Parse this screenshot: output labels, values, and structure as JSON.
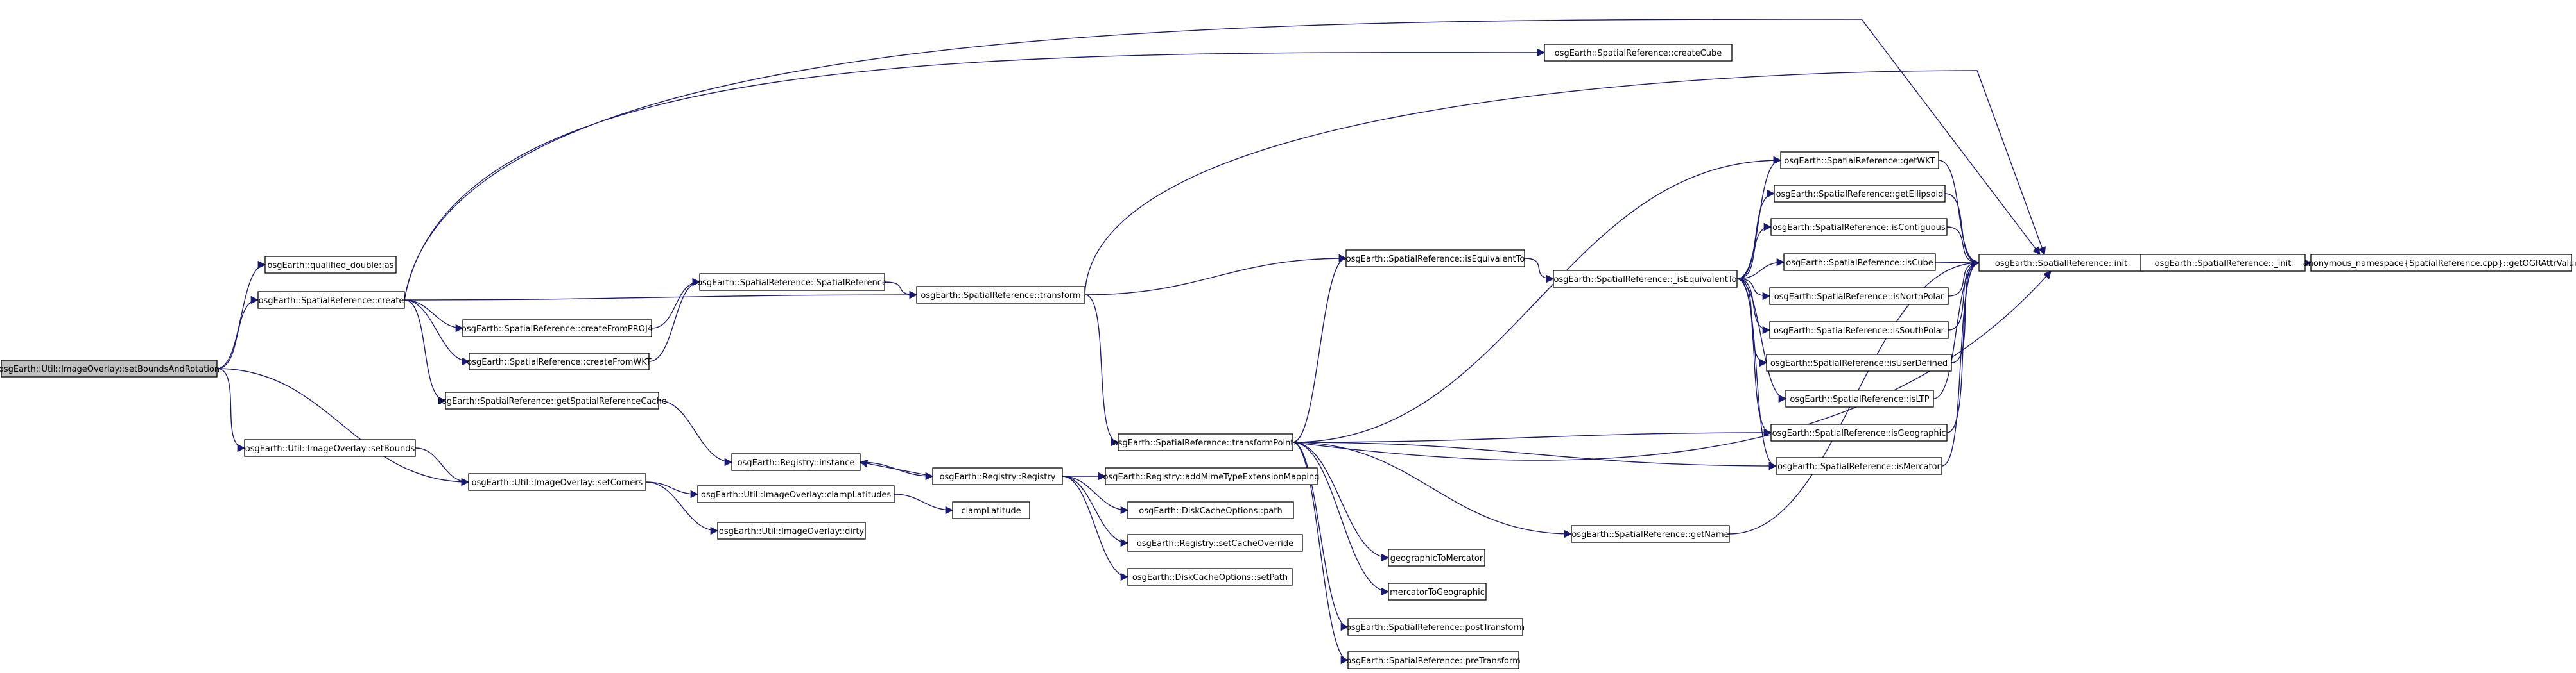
{
  "graph": {
    "root": "setBoundsAndRotation",
    "nodes": [
      {
        "id": "setBoundsAndRotation",
        "label": "osgEarth::Util::ImageOverlay::setBoundsAndRotation",
        "root": true
      },
      {
        "id": "qd_as",
        "label": "osgEarth::qualified_double::as"
      },
      {
        "id": "sr_create",
        "label": "osgEarth::SpatialReference::create"
      },
      {
        "id": "io_setBounds",
        "label": "osgEarth::Util::ImageOverlay::setBounds"
      },
      {
        "id": "io_setCorners",
        "label": "osgEarth::Util::ImageOverlay::setCorners"
      },
      {
        "id": "sr_createFromPROJ4",
        "label": "osgEarth::SpatialReference::createFromPROJ4"
      },
      {
        "id": "sr_createFromWKT",
        "label": "osgEarth::SpatialReference::createFromWKT"
      },
      {
        "id": "sr_getSRCache",
        "label": "osgEarth::SpatialReference::getSpatialReferenceCache"
      },
      {
        "id": "sr_ctor",
        "label": "osgEarth::SpatialReference::SpatialReference"
      },
      {
        "id": "reg_instance",
        "label": "osgEarth::Registry::instance"
      },
      {
        "id": "io_clampLatitudes",
        "label": "osgEarth::Util::ImageOverlay::clampLatitudes"
      },
      {
        "id": "io_dirty",
        "label": "osgEarth::Util::ImageOverlay::dirty"
      },
      {
        "id": "clampLatitude",
        "label": "clampLatitude"
      },
      {
        "id": "reg_ctor",
        "label": "osgEarth::Registry::Registry"
      },
      {
        "id": "sr_transform",
        "label": "osgEarth::SpatialReference::transform"
      },
      {
        "id": "sr_createCube",
        "label": "osgEarth::SpatialReference::createCube"
      },
      {
        "id": "reg_addMime",
        "label": "osgEarth::Registry::addMimeTypeExtensionMapping"
      },
      {
        "id": "dco_path",
        "label": "osgEarth::DiskCacheOptions::path"
      },
      {
        "id": "reg_setCacheOverride",
        "label": "osgEarth::Registry::setCacheOverride"
      },
      {
        "id": "dco_setPath",
        "label": "osgEarth::DiskCacheOptions::setPath"
      },
      {
        "id": "sr_transformPoints",
        "label": "osgEarth::SpatialReference::transformPoints"
      },
      {
        "id": "sr_isEquivalentTo",
        "label": "osgEarth::SpatialReference::isEquivalentTo"
      },
      {
        "id": "sr__isEquivalentTo",
        "label": "osgEarth::SpatialReference::_isEquivalentTo"
      },
      {
        "id": "sr_getName",
        "label": "osgEarth::SpatialReference::getName"
      },
      {
        "id": "geographicToMercator",
        "label": "geographicToMercator"
      },
      {
        "id": "mercatorToGeographic",
        "label": "mercatorToGeographic"
      },
      {
        "id": "sr_postTransform",
        "label": "osgEarth::SpatialReference::postTransform"
      },
      {
        "id": "sr_preTransform",
        "label": "osgEarth::SpatialReference::preTransform"
      },
      {
        "id": "sr_getWKT",
        "label": "osgEarth::SpatialReference::getWKT"
      },
      {
        "id": "sr_getEllipsoid",
        "label": "osgEarth::SpatialReference::getEllipsoid"
      },
      {
        "id": "sr_isContiguous",
        "label": "osgEarth::SpatialReference::isContiguous"
      },
      {
        "id": "sr_isCube",
        "label": "osgEarth::SpatialReference::isCube"
      },
      {
        "id": "sr_isNorthPolar",
        "label": "osgEarth::SpatialReference::isNorthPolar"
      },
      {
        "id": "sr_isSouthPolar",
        "label": "osgEarth::SpatialReference::isSouthPolar"
      },
      {
        "id": "sr_isUserDefined",
        "label": "osgEarth::SpatialReference::isUserDefined"
      },
      {
        "id": "sr_isLTP",
        "label": "osgEarth::SpatialReference::isLTP"
      },
      {
        "id": "sr_isGeographic",
        "label": "osgEarth::SpatialReference::isGeographic"
      },
      {
        "id": "sr_isMercator",
        "label": "osgEarth::SpatialReference::isMercator"
      },
      {
        "id": "sr_init",
        "label": "osgEarth::SpatialReference::init"
      },
      {
        "id": "sr__init",
        "label": "osgEarth::SpatialReference::_init"
      },
      {
        "id": "getOGRAttrValue",
        "label": "anonymous_namespace{SpatialReference.cpp}::getOGRAttrValue"
      }
    ],
    "edges": [
      [
        "setBoundsAndRotation",
        "qd_as"
      ],
      [
        "setBoundsAndRotation",
        "sr_create"
      ],
      [
        "setBoundsAndRotation",
        "io_setBounds"
      ],
      [
        "setBoundsAndRotation",
        "io_setCorners"
      ],
      [
        "sr_create",
        "sr_createCube"
      ],
      [
        "sr_create",
        "sr_init"
      ],
      [
        "sr_create",
        "sr_transform"
      ],
      [
        "sr_create",
        "sr_createFromPROJ4"
      ],
      [
        "sr_create",
        "sr_createFromWKT"
      ],
      [
        "sr_create",
        "sr_getSRCache"
      ],
      [
        "sr_createFromPROJ4",
        "sr_ctor"
      ],
      [
        "sr_createFromWKT",
        "sr_ctor"
      ],
      [
        "sr_ctor",
        "sr_transform"
      ],
      [
        "sr_getSRCache",
        "reg_instance"
      ],
      [
        "io_setBounds",
        "io_setCorners"
      ],
      [
        "io_setCorners",
        "io_clampLatitudes"
      ],
      [
        "io_setCorners",
        "io_dirty"
      ],
      [
        "io_clampLatitudes",
        "clampLatitude"
      ],
      [
        "reg_instance",
        "reg_ctor"
      ],
      [
        "reg_ctor",
        "reg_instance"
      ],
      [
        "reg_ctor",
        "reg_addMime"
      ],
      [
        "reg_ctor",
        "dco_path"
      ],
      [
        "reg_ctor",
        "reg_setCacheOverride"
      ],
      [
        "reg_ctor",
        "dco_setPath"
      ],
      [
        "sr_transform",
        "sr_init"
      ],
      [
        "sr_transform",
        "sr_isEquivalentTo"
      ],
      [
        "sr_transform",
        "sr_transformPoints"
      ],
      [
        "sr_transformPoints",
        "sr_isEquivalentTo"
      ],
      [
        "sr_transformPoints",
        "sr_getWKT"
      ],
      [
        "sr_transformPoints",
        "sr_isGeographic"
      ],
      [
        "sr_transformPoints",
        "sr_isMercator"
      ],
      [
        "sr_transformPoints",
        "sr_init"
      ],
      [
        "sr_transformPoints",
        "sr_getName"
      ],
      [
        "sr_transformPoints",
        "geographicToMercator"
      ],
      [
        "sr_transformPoints",
        "mercatorToGeographic"
      ],
      [
        "sr_transformPoints",
        "sr_postTransform"
      ],
      [
        "sr_transformPoints",
        "sr_preTransform"
      ],
      [
        "sr_isEquivalentTo",
        "sr__isEquivalentTo"
      ],
      [
        "sr__isEquivalentTo",
        "sr_getWKT"
      ],
      [
        "sr__isEquivalentTo",
        "sr_getEllipsoid"
      ],
      [
        "sr__isEquivalentTo",
        "sr_isContiguous"
      ],
      [
        "sr__isEquivalentTo",
        "sr_isCube"
      ],
      [
        "sr__isEquivalentTo",
        "sr_isNorthPolar"
      ],
      [
        "sr__isEquivalentTo",
        "sr_isSouthPolar"
      ],
      [
        "sr__isEquivalentTo",
        "sr_isUserDefined"
      ],
      [
        "sr__isEquivalentTo",
        "sr_isLTP"
      ],
      [
        "sr__isEquivalentTo",
        "sr_isGeographic"
      ],
      [
        "sr__isEquivalentTo",
        "sr_isMercator"
      ],
      [
        "sr_getName",
        "sr_init"
      ],
      [
        "sr_getWKT",
        "sr_init"
      ],
      [
        "sr_getEllipsoid",
        "sr_init"
      ],
      [
        "sr_isContiguous",
        "sr_init"
      ],
      [
        "sr_isCube",
        "sr_init"
      ],
      [
        "sr_isNorthPolar",
        "sr_init"
      ],
      [
        "sr_isSouthPolar",
        "sr_init"
      ],
      [
        "sr_isUserDefined",
        "sr_init"
      ],
      [
        "sr_isLTP",
        "sr_init"
      ],
      [
        "sr_isGeographic",
        "sr_init"
      ],
      [
        "sr_isMercator",
        "sr_init"
      ],
      [
        "sr_init",
        "sr__init"
      ],
      [
        "sr__init",
        "getOGRAttrValue"
      ]
    ]
  }
}
